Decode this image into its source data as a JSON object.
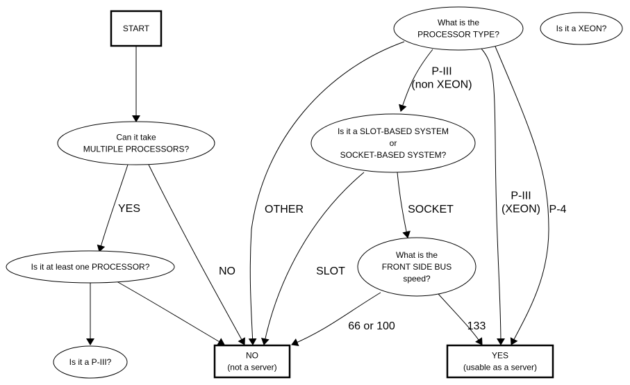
{
  "diagram": {
    "colors": {
      "stroke": "#000000",
      "background": "#ffffff",
      "text": "#000000"
    },
    "nodes": [
      {
        "id": "start",
        "shape": "box-bold",
        "lines": [
          "START"
        ]
      },
      {
        "id": "multi",
        "shape": "ellipse",
        "lines": [
          "Can it take",
          "MULTIPLE PROCESSORS?"
        ]
      },
      {
        "id": "atleast",
        "shape": "ellipse",
        "lines": [
          "Is it at least one PROCESSOR?"
        ]
      },
      {
        "id": "p3q",
        "shape": "ellipse",
        "lines": [
          "Is it a P-III?"
        ]
      },
      {
        "id": "proctype",
        "shape": "ellipse",
        "lines": [
          "What is the",
          "PROCESSOR TYPE?"
        ]
      },
      {
        "id": "xeonq",
        "shape": "ellipse",
        "lines": [
          "Is it a XEON?"
        ]
      },
      {
        "id": "slotsocket",
        "shape": "ellipse",
        "lines": [
          "Is it a SLOT-BASED SYSTEM",
          "or",
          "SOCKET-BASED SYSTEM?"
        ]
      },
      {
        "id": "fsb",
        "shape": "ellipse",
        "lines": [
          "What is the",
          "FRONT SIDE BUS",
          "speed?"
        ]
      },
      {
        "id": "no",
        "shape": "box-bold",
        "lines": [
          "NO",
          "(not a server)"
        ]
      },
      {
        "id": "yes",
        "shape": "box-bold",
        "lines": [
          "YES",
          "(usable as a server)"
        ]
      }
    ],
    "edges": [
      {
        "from": "start",
        "to": "multi",
        "label": []
      },
      {
        "from": "multi",
        "to": "atleast",
        "label": [
          "YES"
        ]
      },
      {
        "from": "multi",
        "to": "no",
        "label": [
          "NO"
        ]
      },
      {
        "from": "atleast",
        "to": "p3q",
        "label": []
      },
      {
        "from": "atleast",
        "to": "no",
        "label": []
      },
      {
        "from": "proctype",
        "to": "no",
        "label": [
          "OTHER"
        ]
      },
      {
        "from": "proctype",
        "to": "slotsocket",
        "label": [
          "P-III",
          "(non XEON)"
        ]
      },
      {
        "from": "proctype",
        "to": "yes",
        "label": [
          "P-III",
          "(XEON)"
        ]
      },
      {
        "from": "proctype",
        "to": "yes",
        "label": [
          "P-4"
        ]
      },
      {
        "from": "slotsocket",
        "to": "no",
        "label": [
          "SLOT"
        ]
      },
      {
        "from": "slotsocket",
        "to": "fsb",
        "label": [
          "SOCKET"
        ]
      },
      {
        "from": "fsb",
        "to": "no",
        "label": [
          "66 or 100"
        ]
      },
      {
        "from": "fsb",
        "to": "yes",
        "label": [
          "133"
        ]
      }
    ]
  }
}
